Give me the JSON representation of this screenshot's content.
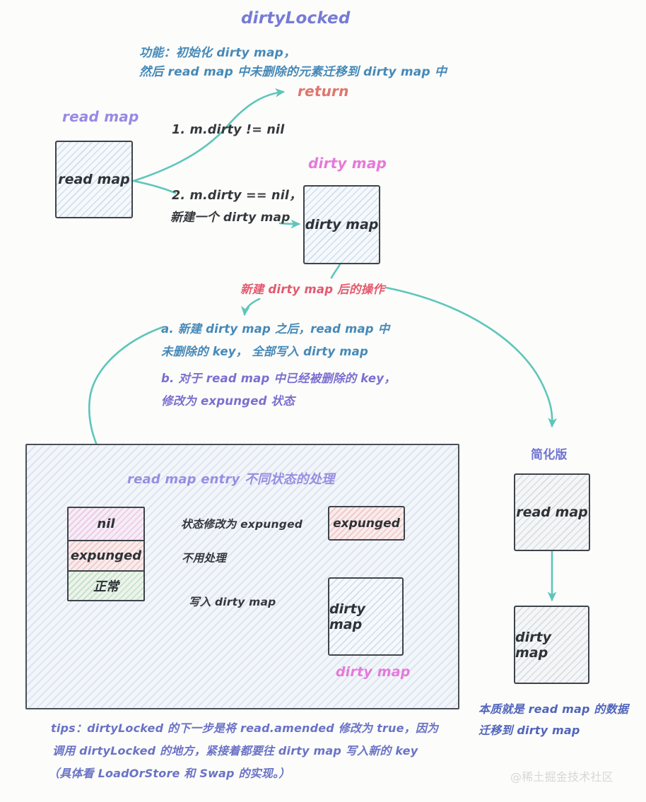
{
  "title": "dirtyLocked",
  "description": {
    "line1": "功能：初始化 dirty map，",
    "line2": "然后 read map 中未删除的元素迁移到 dirty map 中"
  },
  "flow": {
    "read_map_label": "read map",
    "read_map_box": "read map",
    "return_label": "return",
    "cond1": "1. m.dirty != nil",
    "cond2_line1": "2. m.dirty == nil，",
    "cond2_line2": "新建一个 dirty map",
    "dirty_map_label": "dirty map",
    "dirty_map_box": "dirty map",
    "after_create": "新建 dirty map 后的操作",
    "step_a_line1": "a. 新建 dirty map 之后，read map 中",
    "step_a_line2": "未删除的 key， 全部写入 dirty map",
    "step_b_line1": "b. 对于 read map 中已经被删除的 key，",
    "step_b_line2": "修改为 expunged 状态"
  },
  "states_panel": {
    "title": "read map entry 不同状态的处理",
    "cells": [
      {
        "label": "nil"
      },
      {
        "label": "expunged"
      },
      {
        "label": "正常"
      }
    ],
    "action_nil": "状态修改为 expunged",
    "action_expunged": "不用处理",
    "action_normal": "写入 dirty map",
    "expunged_box": "expunged",
    "dirty_map_box": "dirty map",
    "dirty_map_label": "dirty map"
  },
  "simplified": {
    "title": "简化版",
    "read_map_box": "read map",
    "dirty_map_box": "dirty map",
    "note_line1": "本质就是 read map 的数据",
    "note_line2": "迁移到 dirty map"
  },
  "tips": {
    "line1": "tips：dirtyLocked 的下一步是将 read.amended 修改为 true，因为",
    "line2": "调用 dirtyLocked 的地方，紧接着都要往 dirty map 写入新的 key",
    "line3": "（具体看 LoadOrStore 和 Swap 的实现。）"
  },
  "watermark": "@稀土掘金技术社区",
  "colors": {
    "title": "#767bd6",
    "desc_blue": "#4589b8",
    "return_coral": "#e0756e",
    "purple_label": "#988ae6",
    "magenta_label": "#e679da",
    "red_action": "#e25a6e",
    "step_b_purple": "#7a6fd0",
    "note_indigo": "#5165bb",
    "tips_indigo": "#6a73c6",
    "arrow_teal": "#5dc6ba",
    "dark_text": "#34383d",
    "watermark_gray": "#d7d7d5"
  }
}
